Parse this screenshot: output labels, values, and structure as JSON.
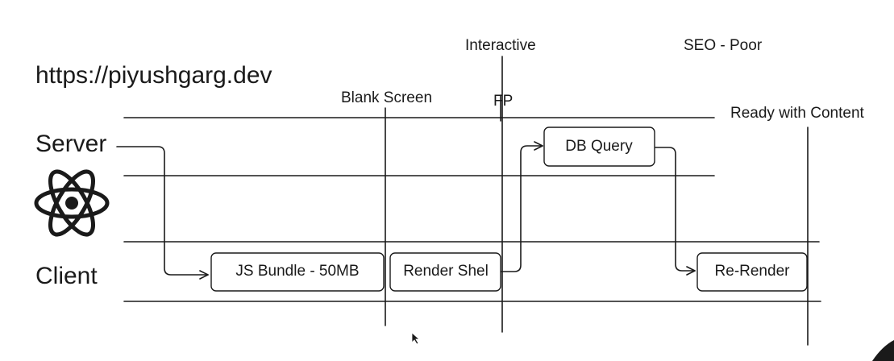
{
  "url": "https://piyushgarg.dev",
  "lanes": {
    "server": "Server",
    "client": "Client"
  },
  "markers": {
    "interactive": "Interactive",
    "seo": "SEO - Poor",
    "blank_screen": "Blank Screen",
    "fp": "FP",
    "ready": "Ready with Content"
  },
  "boxes": {
    "js_bundle": "JS Bundle - 50MB",
    "render_shell": "Render Shel",
    "db_query": "DB Query",
    "re_render": "Re-Render"
  },
  "icons": {
    "logo": "react-logo-icon",
    "cursor": "mouse-cursor-icon"
  },
  "colors": {
    "ink": "#1a1a1a",
    "background": "#ffffff"
  }
}
